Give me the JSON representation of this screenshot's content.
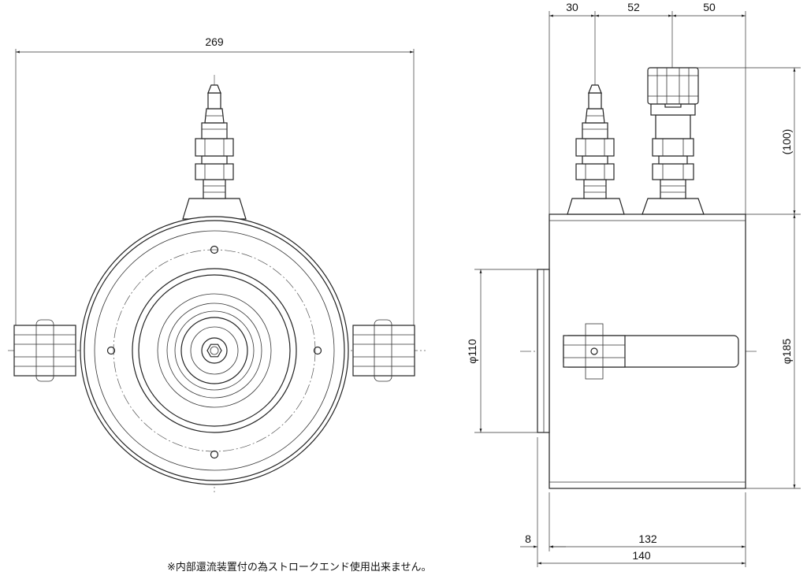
{
  "drawing": {
    "front_view": {
      "width_label": "269"
    },
    "side_view": {
      "top_dims": [
        "30",
        "52",
        "50"
      ],
      "coupler_height_label": "(100)",
      "body_diameter_label": "φ185",
      "plunger_diameter_label": "φ110",
      "plunger_protrusion_label": "8",
      "body_length_label": "132",
      "total_length_label": "140"
    },
    "note": "※内部還流装置付の為ストロークエンド使用出来ません。"
  }
}
